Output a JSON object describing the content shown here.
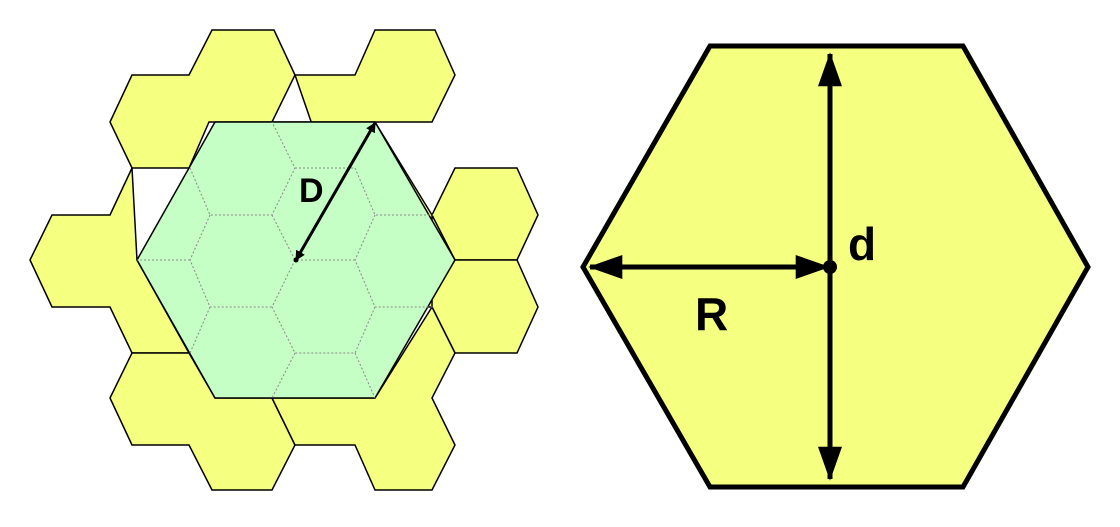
{
  "labels": {
    "cluster_distance": "D",
    "diameter": "d",
    "radius": "R"
  },
  "colors": {
    "cell_fill": "#F5FF80",
    "cluster_fill": "#C6FFC6",
    "stroke": "#000000",
    "internal_edge": "#888888",
    "background": "#FFFFFF"
  }
}
